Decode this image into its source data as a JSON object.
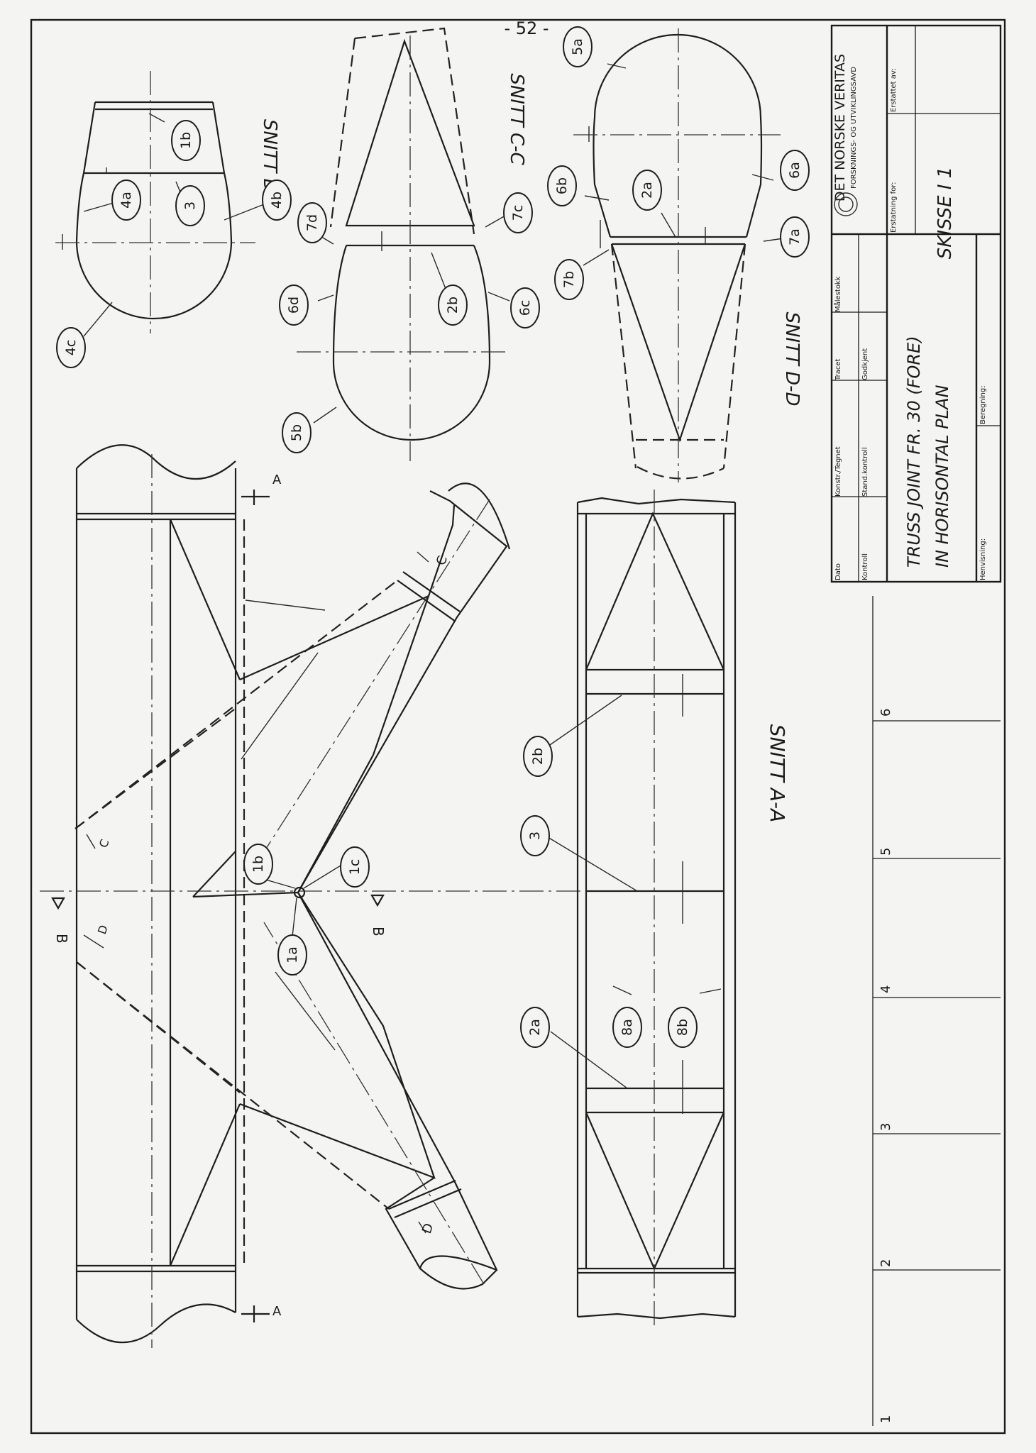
{
  "page_number": "- 52 -",
  "sections": {
    "bb": "SNITT B-B",
    "cc": "SNITT C-C",
    "dd": "SNITT D-D",
    "aa": "SNITT A-A"
  },
  "section_marks": {
    "A": "A",
    "B": "B",
    "C": "C",
    "D": "D"
  },
  "callouts": {
    "1a": "1a",
    "1b": "1b",
    "1c": "1c",
    "2a": "2a",
    "2b": "2b",
    "3": "3",
    "4a": "4a",
    "4b": "4b",
    "4c": "4c",
    "5a": "5a",
    "5b": "5b",
    "6a": "6a",
    "6b": "6b",
    "6c": "6c",
    "6d": "6d",
    "7a": "7a",
    "7b": "7b",
    "7c": "7c",
    "7d": "7d",
    "8a": "8a",
    "8b": "8b"
  },
  "title_block": {
    "company": "DET NORSKE VERITAS",
    "division": "FORSKNINGS- OG UTVIKLINGSAVD",
    "fields": {
      "dato": "Dato",
      "konstr": "Konstr./Tegnet",
      "tracet": "Tracet",
      "malestokk": "Målestokk",
      "kontroll": "Kontroll",
      "stand": "Stand.kontroll",
      "godkjent": "Godkjent",
      "erstatning_for": "Erstatning for:",
      "erstattet_av": "Erstattet av:",
      "henvisning": "Henvisning:",
      "beregning": "Beregning:"
    },
    "title_line1": "TRUSS JOINT FR. 30 (FORE)",
    "title_line2": "IN HORISONTAL PLAN",
    "sketch_no": "SKISSE I 1"
  },
  "margin_grid_labels": [
    "1",
    "2",
    "3",
    "4",
    "5",
    "6"
  ]
}
